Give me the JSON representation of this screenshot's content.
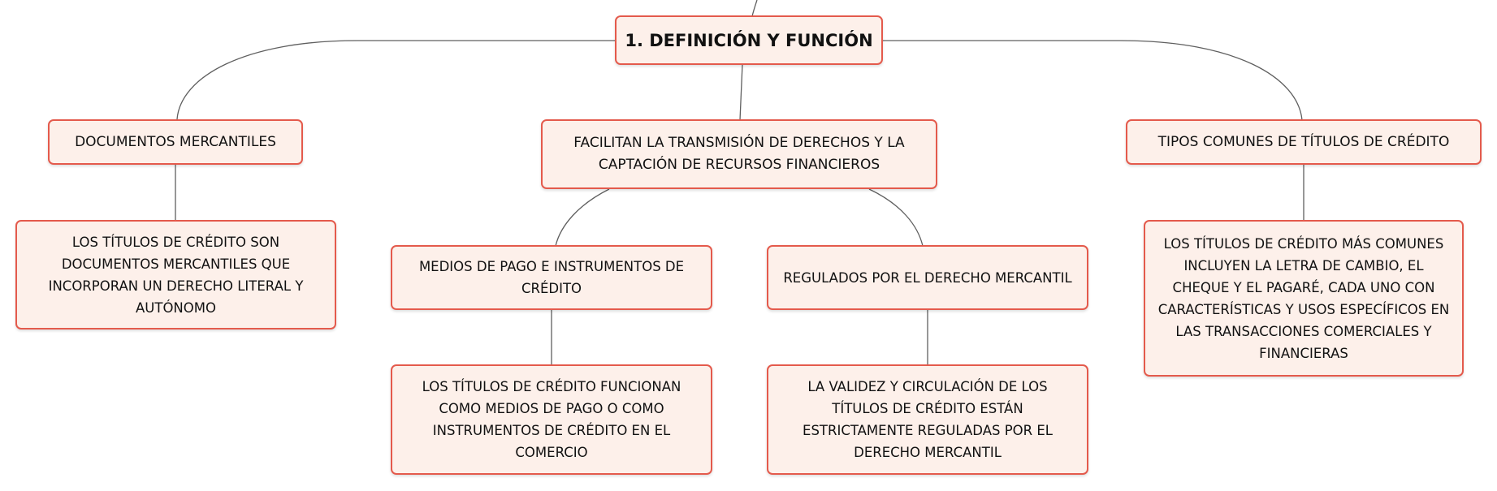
{
  "diagram": {
    "root": {
      "label": "1. DEFINICIÓN Y FUNCIÓN"
    },
    "branches": {
      "documentos": {
        "label": "DOCUMENTOS MERCANTILES",
        "detail": "LOS TÍTULOS DE CRÉDITO SON DOCUMENTOS MERCANTILES QUE INCORPORAN UN DERECHO LITERAL Y AUTÓNOMO"
      },
      "facilitan": {
        "label": "FACILITAN LA TRANSMISIÓN DE DERECHOS Y LA CAPTACIÓN DE RECURSOS FINANCIEROS",
        "medios": {
          "label": "MEDIOS DE PAGO E INSTRUMENTOS DE CRÉDITO",
          "detail": "LOS TÍTULOS DE CRÉDITO FUNCIONAN COMO MEDIOS DE PAGO O COMO INSTRUMENTOS DE CRÉDITO EN EL COMERCIO"
        },
        "regulados": {
          "label": "REGULADOS POR EL DERECHO MERCANTIL",
          "detail": "LA VALIDEZ Y CIRCULACIÓN DE LOS TÍTULOS DE CRÉDITO ESTÁN ESTRICTAMENTE REGULADAS POR EL DERECHO MERCANTIL"
        }
      },
      "tipos": {
        "label": "TIPOS COMUNES DE TÍTULOS DE CRÉDITO",
        "detail": "LOS TÍTULOS DE CRÉDITO MÁS COMUNES INCLUYEN LA LETRA DE CAMBIO, EL CHEQUE Y EL PAGARÉ, CADA UNO CON CARACTERÍSTICAS Y USOS ESPECÍFICOS EN LAS TRANSACCIONES COMERCIALES Y FINANCIERAS"
      }
    }
  }
}
